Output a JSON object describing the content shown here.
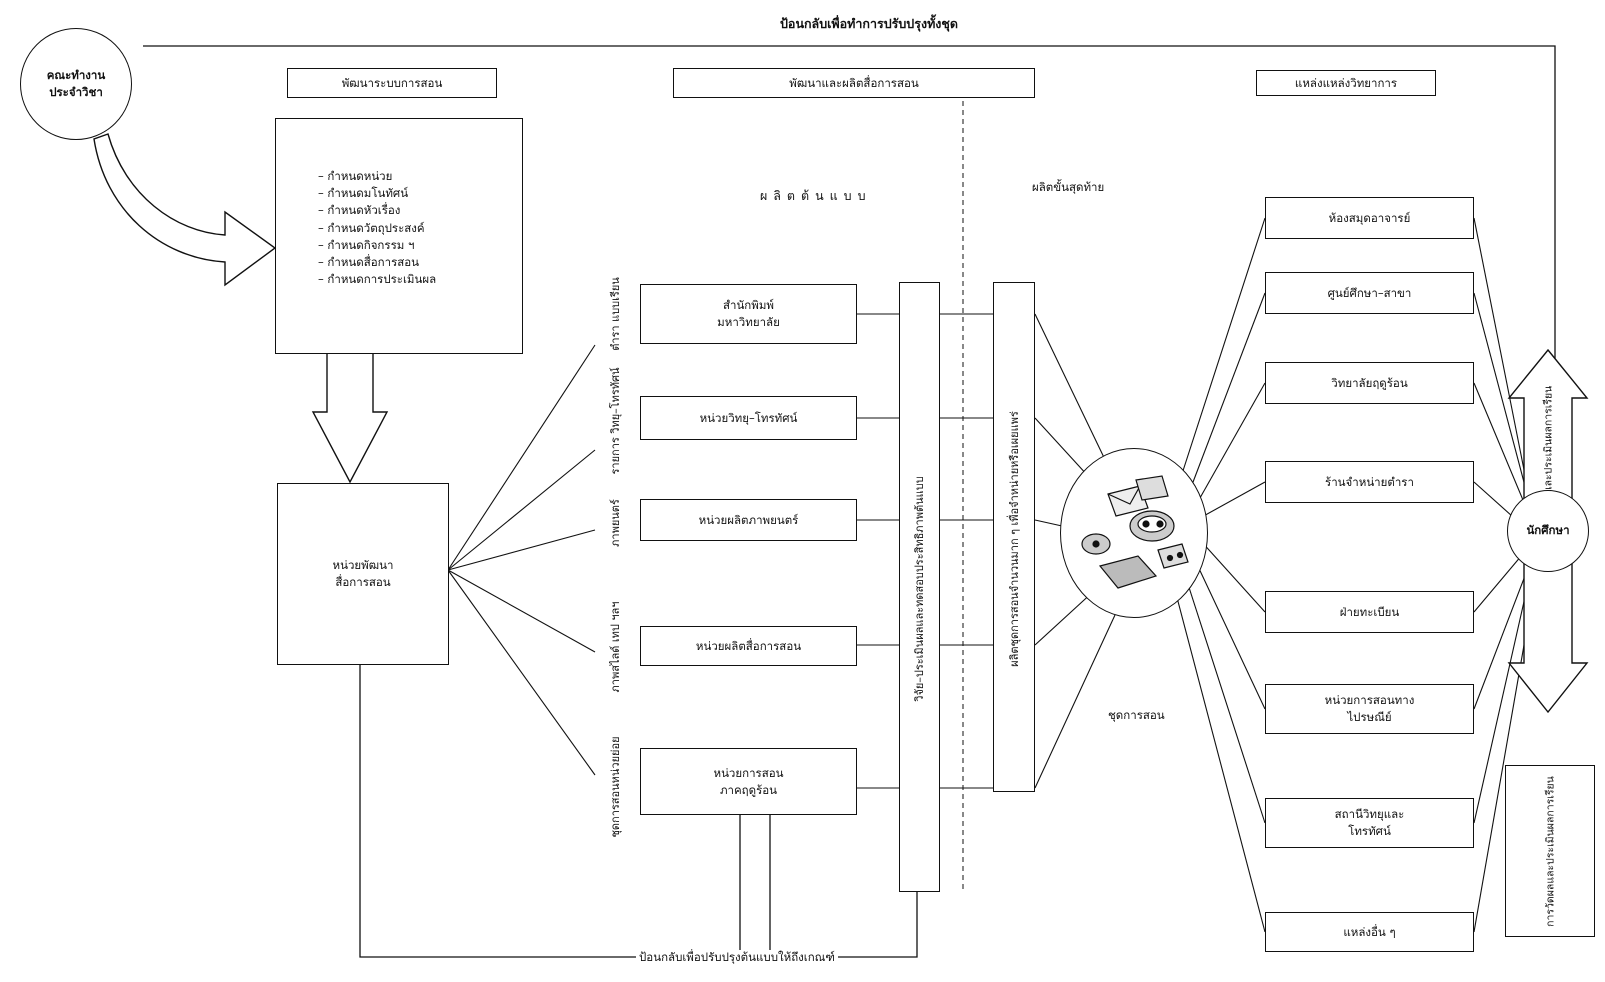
{
  "feedback_top": "ป้อนกลับเพื่อทำการปรับปรุงทั้งชุด",
  "feedback_bottom": "ป้อนกลับเพื่อปรับปรุงต้นแบบให้ถึงเกณฑ์",
  "faculty_team": [
    "คณะทำงาน",
    "ประจำวิชา"
  ],
  "headers": {
    "develop_system": "พัฒนาระบบการสอน",
    "develop_media": "พัฒนาและผลิตสื่อการสอน",
    "learning_sources": "แหล่งแหล่งวิทยาการ"
  },
  "steps": [
    "–  กำหนดหน่วย",
    "–  กำหนดมโนทัศน์",
    "–  กำหนดหัวเรื่อง",
    "–  กำหนดวัตถุประสงค์",
    "–  กำหนดกิจกรรม ฯ",
    "–  กำหนดสื่อการสอน",
    "–  กำหนดการประเมินผล"
  ],
  "media_unit": [
    "หน่วยพัฒนา",
    "สื่อการสอน"
  ],
  "prototype_label": "ผ ลิ ต ต้ น แ บ บ",
  "final_label": "ผลิตขั้นสุดท้าย",
  "media_types": [
    "ตำรา แบบเรียน",
    "รายการ วิทยุ–โทรทัศน์",
    "ภาพยนตร์",
    "ภาพสไลด์ เทป ฯลฯ",
    "ชุดการสอนหน่วยย่อย"
  ],
  "producers": [
    [
      "สำนักพิมพ์",
      "มหาวิทยาลัย"
    ],
    [
      "หน่วยวิทยุ–โทรทัศน์"
    ],
    [
      "หน่วยผลิตภาพยนตร์"
    ],
    [
      "หน่วยผลิตสื่อการสอน"
    ],
    [
      "หน่วยการสอน",
      "ภาคฤดูร้อน"
    ]
  ],
  "research_bar": "วิจัย–ประเมินผลและทดสอบประสิทธิภาพต้นแบบ",
  "mass_bar": "ผลิตชุดการสอนจำนวนมาก ๆ เพื่อจำหน่ายหรือเผยแพร่",
  "kit_label": "ชุดการสอน",
  "sources": [
    [
      "ห้องสมุดอาจารย์"
    ],
    [
      "ศูนย์ศึกษา–สาขา"
    ],
    [
      "วิทยาลัยฤดูร้อน"
    ],
    [
      "ร้านจำหน่ายตำรา"
    ],
    [
      "ฝ่ายทะเบียน"
    ],
    [
      "หน่วยการสอนทาง",
      "ไปรษณีย์"
    ],
    [
      "สถานีวิทยุและ",
      "โทรทัศน์"
    ],
    [
      "แหล่งอื่น ๆ"
    ]
  ],
  "student": "นักศึกษา",
  "evaluation_arrow": "วิจัยและประเมินผลการเรียน",
  "evaluation_box": "การวัดผลและประเมินผลการเรียน"
}
